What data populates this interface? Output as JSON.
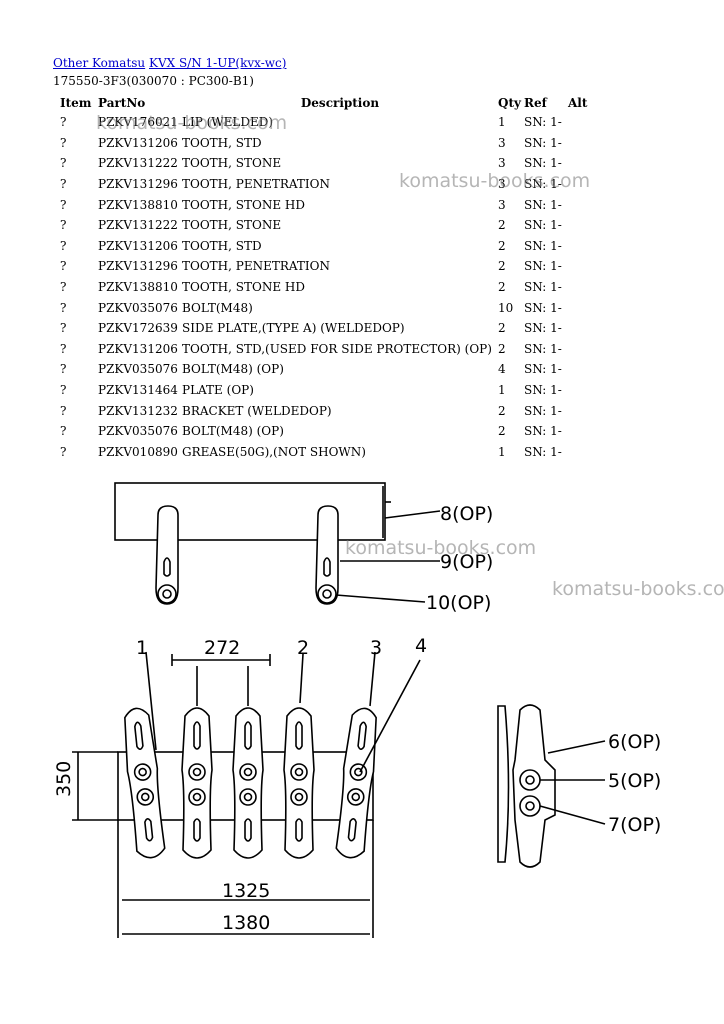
{
  "breadcrumb": {
    "link1": "Other Komatsu",
    "link2": "KVX S/N 1-UP(kvx-wc)"
  },
  "subtitle": "175550-3F3(030070 : PC300-B1)",
  "table": {
    "headers": {
      "item": "Item",
      "partno": "PartNo",
      "description": "Description",
      "qty": "Qty",
      "ref": "Ref",
      "alt": "Alt"
    },
    "rows": [
      {
        "item": "?",
        "partno": "PZKV176021",
        "description": "LIP (WELDED)",
        "qty": "1",
        "ref": "SN: 1-"
      },
      {
        "item": "?",
        "partno": "PZKV131206",
        "description": "TOOTH, STD",
        "qty": "3",
        "ref": "SN: 1-"
      },
      {
        "item": "?",
        "partno": "PZKV131222",
        "description": "TOOTH, STONE",
        "qty": "3",
        "ref": "SN: 1-"
      },
      {
        "item": "?",
        "partno": "PZKV131296",
        "description": "TOOTH, PENETRATION",
        "qty": "3",
        "ref": "SN: 1-"
      },
      {
        "item": "?",
        "partno": "PZKV138810",
        "description": "TOOTH, STONE HD",
        "qty": "3",
        "ref": "SN: 1-"
      },
      {
        "item": "?",
        "partno": "PZKV131222",
        "description": "TOOTH, STONE",
        "qty": "2",
        "ref": "SN: 1-"
      },
      {
        "item": "?",
        "partno": "PZKV131206",
        "description": "TOOTH, STD",
        "qty": "2",
        "ref": "SN: 1-"
      },
      {
        "item": "?",
        "partno": "PZKV131296",
        "description": "TOOTH, PENETRATION",
        "qty": "2",
        "ref": "SN: 1-"
      },
      {
        "item": "?",
        "partno": "PZKV138810",
        "description": "TOOTH, STONE HD",
        "qty": "2",
        "ref": "SN: 1-"
      },
      {
        "item": "?",
        "partno": "PZKV035076",
        "description": "BOLT(M48)",
        "qty": "10",
        "ref": "SN: 1-"
      },
      {
        "item": "?",
        "partno": "PZKV172639",
        "description": "SIDE PLATE,(TYPE A) (WELDEDOP)",
        "qty": "2",
        "ref": "SN: 1-"
      },
      {
        "item": "?",
        "partno": "PZKV131206",
        "description": "TOOTH, STD,(USED FOR SIDE PROTECTOR) (OP)",
        "qty": "2",
        "ref": "SN: 1-"
      },
      {
        "item": "?",
        "partno": "PZKV035076",
        "description": "BOLT(M48) (OP)",
        "qty": "4",
        "ref": "SN: 1-"
      },
      {
        "item": "?",
        "partno": "PZKV131464",
        "description": "PLATE (OP)",
        "qty": "1",
        "ref": "SN: 1-"
      },
      {
        "item": "?",
        "partno": "PZKV131232",
        "description": "BRACKET (WELDEDOP)",
        "qty": "2",
        "ref": "SN: 1-"
      },
      {
        "item": "?",
        "partno": "PZKV035076",
        "description": "BOLT(M48) (OP)",
        "qty": "2",
        "ref": "SN: 1-"
      },
      {
        "item": "?",
        "partno": "PZKV010890",
        "description": "GREASE(50G),(NOT SHOWN)",
        "qty": "1",
        "ref": "SN: 1-"
      }
    ]
  },
  "watermark": "komatsu-books.com",
  "drawing": {
    "callouts": {
      "c8": "8(OP)",
      "c9": "9(OP)",
      "c10": "10(OP)",
      "c1": "1",
      "c2": "2",
      "c3": "3",
      "c4": "4",
      "c6": "6(OP)",
      "c5": "5(OP)",
      "c7": "7(OP)"
    },
    "dims": {
      "d272": "272",
      "d350": "350",
      "d1325": "1325",
      "d1380": "1380"
    }
  }
}
